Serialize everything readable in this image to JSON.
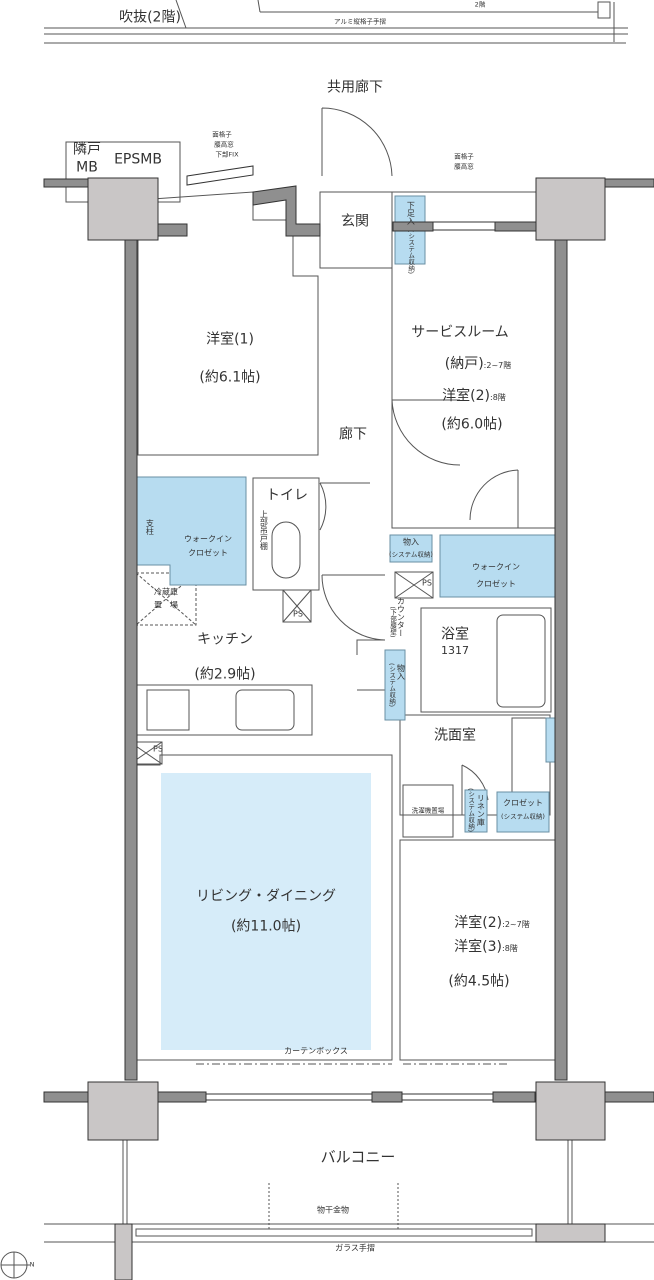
{
  "top": {
    "atrium": "吹抜(2階)",
    "railing_aluminum": "アルミ縦格子手摺",
    "floor_marker": "2階",
    "common_corridor": "共用廊下"
  },
  "exterior": {
    "neighbor_mb_line1": "隣戸",
    "neighbor_mb_line2": "MB",
    "eps_mb": "EPSMB",
    "window_left_line1": "面格子",
    "window_left_line2": "腰高窓",
    "window_left_line3": "下部FIX",
    "window_right_line1": "面格子",
    "window_right_line2": "腰高窓"
  },
  "rooms": {
    "entrance": "玄関",
    "shoe_storage": "下足入",
    "shoe_storage_sub": "(システム収納)",
    "western1_name": "洋室(1)",
    "western1_size": "(約6.1帖)",
    "service_room": "サービスルーム",
    "service_room_sub1": "(納戸)",
    "service_room_sub1_floor": ":2~7階",
    "service_room_sub2": "洋室(2)",
    "service_room_sub2_floor": ":8階",
    "service_room_size": "(約6.0帖)",
    "hallway": "廊下",
    "toilet": "トイレ",
    "upper_cabinet": "上部吊戸棚",
    "pillar": "支柱",
    "wic_left_line1": "ウォークイン",
    "wic_left_line2": "クロゼット",
    "storage_top": "物入",
    "storage_top_sub": "(システム収納)",
    "wic_right_line1": "ウォークイン",
    "wic_right_line2": "クロゼット",
    "ps": "PS",
    "fridge_line1": "冷蔵庫",
    "fridge_line2": "置　場",
    "kitchen": "キッチン",
    "kitchen_size": "(約2.9帖)",
    "counter": "カウンター",
    "counter_sub": "(下部腰壁)",
    "storage_mid": "物入",
    "storage_mid_sub": "(システム収納)",
    "bath": "浴室",
    "bath_size": "1317",
    "washroom": "洗面室",
    "laundry": "洗濯機置場",
    "linen": "リネン庫",
    "linen_sub": "(システム収納)",
    "closet": "クロゼット",
    "closet_sub": "(システム収納)",
    "living": "リビング・ダイニング",
    "living_size": "(約11.0帖)",
    "western23_line1": "洋室(2)",
    "western23_line1_floor": ":2~7階",
    "western23_line2": "洋室(3)",
    "western23_line2_floor": ":8階",
    "western23_size": "(約4.5帖)",
    "curtain_box": "カーテンボックス"
  },
  "balcony": {
    "label": "バルコニー",
    "drying_hardware": "物干金物",
    "glass_railing": "ガラス手摺"
  },
  "compass": {
    "north": "N"
  },
  "colors": {
    "wall": "#8f8f8f",
    "column": "#c9c6c6",
    "storage_blue": "#b7dcf0",
    "living_blue": "#d6ecf9",
    "line": "#555555"
  }
}
